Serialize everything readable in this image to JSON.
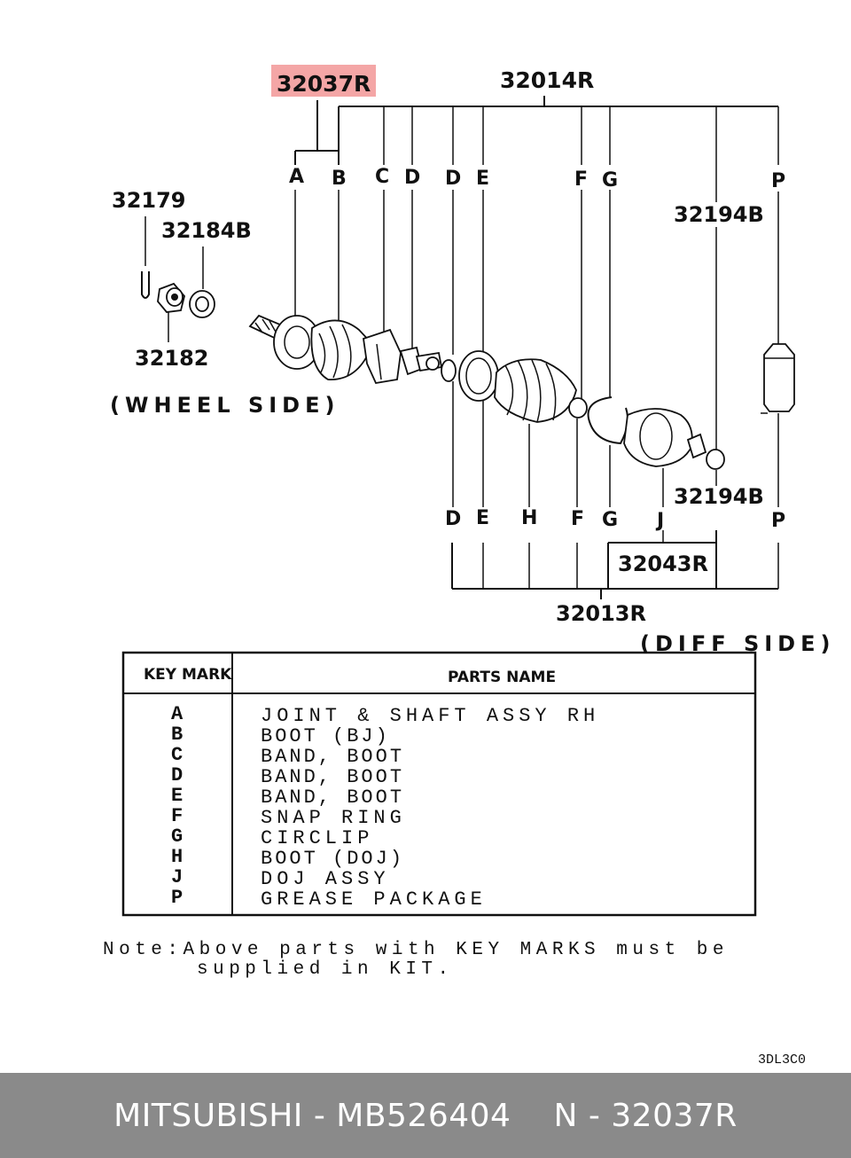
{
  "callouts": {
    "highlight": "32037R",
    "assy_top": "32014R",
    "pin": "32179",
    "washer": "32184B",
    "nut": "32182",
    "circlip_top": "32194B",
    "circlip_bottom": "32194B",
    "doj": "32043R",
    "assy_bottom": "32013R"
  },
  "side_labels": {
    "wheel": "(WHEEL SIDE)",
    "diff": "(DIFF SIDE)"
  },
  "key_marks_top": [
    "A",
    "B",
    "C",
    "D",
    "D",
    "E",
    "F",
    "G",
    "P"
  ],
  "key_marks_bottom": [
    "D",
    "E",
    "H",
    "F",
    "G",
    "J",
    "P"
  ],
  "table": {
    "header_key": "KEY MARK",
    "header_name": "PARTS NAME",
    "rows": [
      {
        "key": "A",
        "name": "JOINT & SHAFT ASSY RH"
      },
      {
        "key": "B",
        "name": "BOOT (BJ)"
      },
      {
        "key": "C",
        "name": "BAND, BOOT"
      },
      {
        "key": "D",
        "name": "BAND, BOOT"
      },
      {
        "key": "E",
        "name": "BAND, BOOT"
      },
      {
        "key": "F",
        "name": "SNAP RING"
      },
      {
        "key": "G",
        "name": "CIRCLIP"
      },
      {
        "key": "H",
        "name": "BOOT (DOJ)"
      },
      {
        "key": "J",
        "name": "DOJ ASSY"
      },
      {
        "key": "P",
        "name": "GREASE PACKAGE"
      }
    ]
  },
  "note_line1": "Note:Above parts with KEY MARKS must be",
  "note_line2": "supplied in KIT.",
  "diagram_code": "3DL3C0",
  "footer": {
    "brand": "MITSUBISHI - MB526404",
    "ref": "N - 32037R"
  },
  "colors": {
    "highlight": "#f4a6a6",
    "footer_bg": "#8a8a8a",
    "ink": "#111111"
  }
}
